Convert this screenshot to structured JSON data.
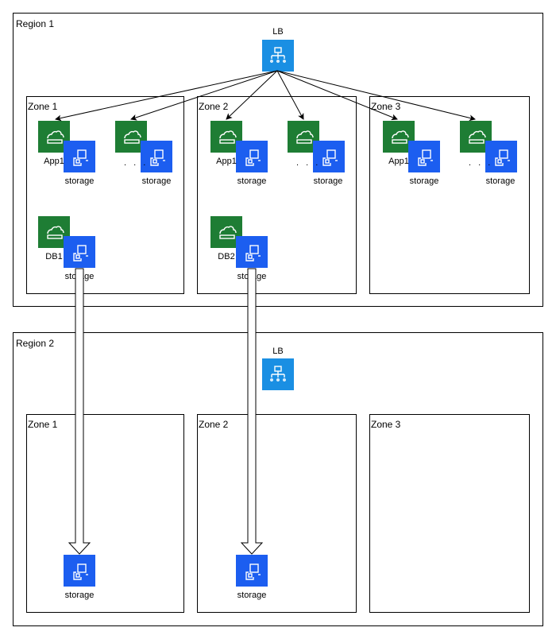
{
  "region1": {
    "label": "Region 1",
    "lb_label": "LB",
    "zones": [
      {
        "label": "Zone 1",
        "servers": [
          {
            "label": "App1",
            "storage_label": "storage"
          },
          {
            "label": ". . .",
            "storage_label": "storage"
          },
          {
            "label": "DB1",
            "storage_label": "storage"
          }
        ]
      },
      {
        "label": "Zone 2",
        "servers": [
          {
            "label": "App1",
            "storage_label": "storage"
          },
          {
            "label": ". . .",
            "storage_label": "storage"
          },
          {
            "label": "DB2",
            "storage_label": "storage"
          }
        ]
      },
      {
        "label": "Zone 3",
        "servers": [
          {
            "label": "App1",
            "storage_label": "storage"
          },
          {
            "label": ". . .",
            "storage_label": "storage"
          }
        ]
      }
    ]
  },
  "region2": {
    "label": "Region 2",
    "lb_label": "LB",
    "zones": [
      {
        "label": "Zone 1",
        "storage_label": "storage"
      },
      {
        "label": "Zone 2",
        "storage_label": "storage"
      },
      {
        "label": "Zone 3"
      }
    ]
  },
  "colors": {
    "server_green": "#1e7d34",
    "storage_blue": "#1c5ef0",
    "lb_blue": "#1a8fe3",
    "icon_white": "#ffffff"
  }
}
